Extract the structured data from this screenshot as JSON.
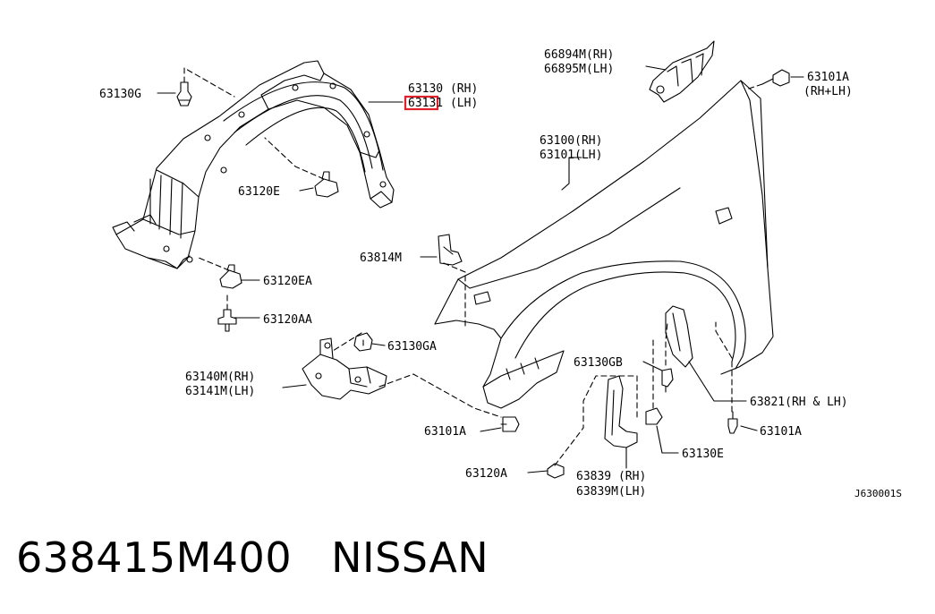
{
  "labels": {
    "inner_fender_main": {
      "rh": "63130 (RH)",
      "lh": "63131 (LH)"
    },
    "clip_g": "63130G",
    "clip_e": "63120E",
    "clip_ea": "63120EA",
    "clip_aa": "63120AA",
    "clip_ga": "63130GA",
    "bracket": {
      "rh": "63140M(RH)",
      "lh": "63141M(LH)"
    },
    "bolt_a_lower": "63101A",
    "clip_a_lower": "63120A",
    "seal_bracket": "63814M",
    "molding": {
      "rh": "66894M(RH)",
      "lh": "66895M(LH)"
    },
    "bolt_top": {
      "code": "63101A",
      "side": "(RH+LH)"
    },
    "fender": {
      "rh": "63100(RH)",
      "lh": "63101(LH)"
    },
    "clip_gb": "63130GB",
    "protector": "63821(RH & LH)",
    "bolt_right": "63101A",
    "clip_e_right": "63130E",
    "mudguard": {
      "rh": "63839 (RH)",
      "lh": "63839M(LH)"
    },
    "diagram_code": "J630001S"
  },
  "highlight": {
    "color": "#e0202a",
    "target": "63131 (LH)"
  },
  "caption": {
    "part_number": "638415M400",
    "brand": "NISSAN"
  }
}
